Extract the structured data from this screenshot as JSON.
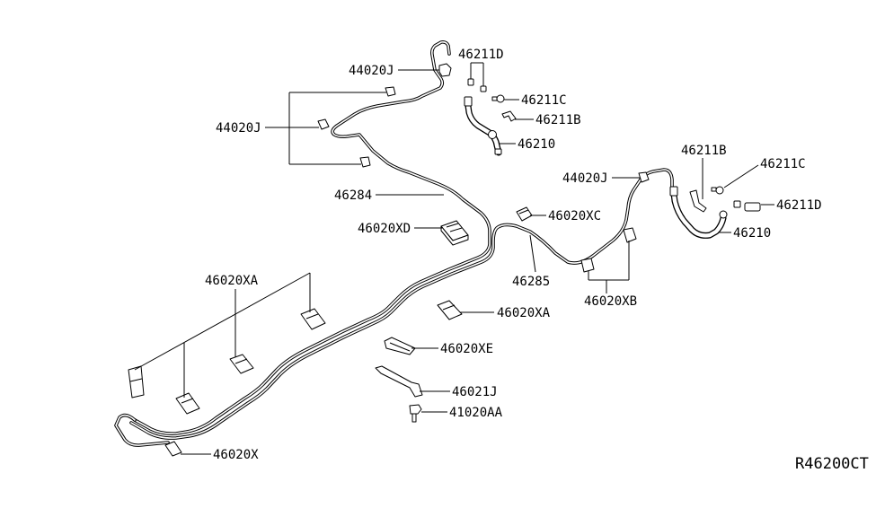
{
  "callouts": [
    "46211D",
    "44020J",
    "46211C",
    "46211B",
    "44020J",
    "46210",
    "46211B",
    "46211C",
    "44020J",
    "46284",
    "46211D",
    "46020XC",
    "46020XD",
    "46210",
    "46285",
    "46020XA",
    "46020XB",
    "46020XA",
    "46020XE",
    "46021J",
    "41020AA",
    "46020X"
  ],
  "diagram_code": "R46200CT",
  "colors": {
    "ink": "#000000",
    "paper": "#ffffff"
  }
}
